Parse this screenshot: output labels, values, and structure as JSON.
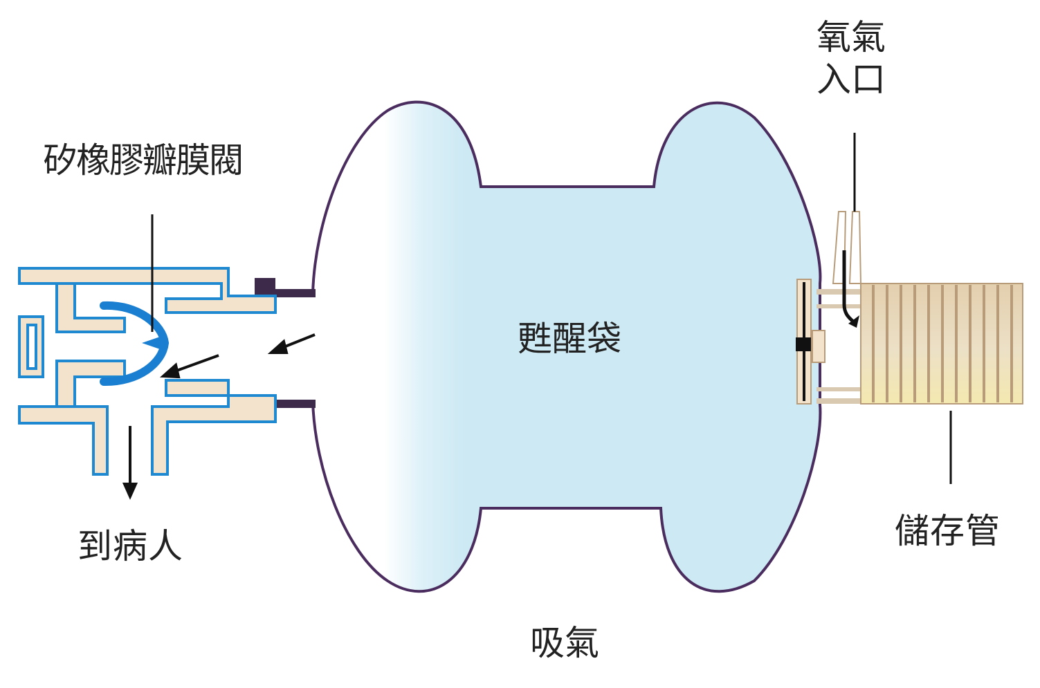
{
  "labels": {
    "valve": "矽橡膠瓣膜閥",
    "to_patient": "到病人",
    "bag": "甦醒袋",
    "oxygen_line1": "氧氣",
    "oxygen_line2": "入口",
    "reservoir": "儲存管",
    "inhale": "吸氣"
  },
  "colors": {
    "bag_fill": "#cde9f3",
    "bag_outline": "#4a2d5e",
    "valve_outline": "#1e88d0",
    "valve_fill": "#f3e3cc",
    "valve_membrane": "#1a7fd1",
    "connector": "#3d2a4a",
    "reservoir_fill": "#e6d3b3",
    "reservoir_ridge": "#b89c7a",
    "leader_line": "#111111"
  }
}
